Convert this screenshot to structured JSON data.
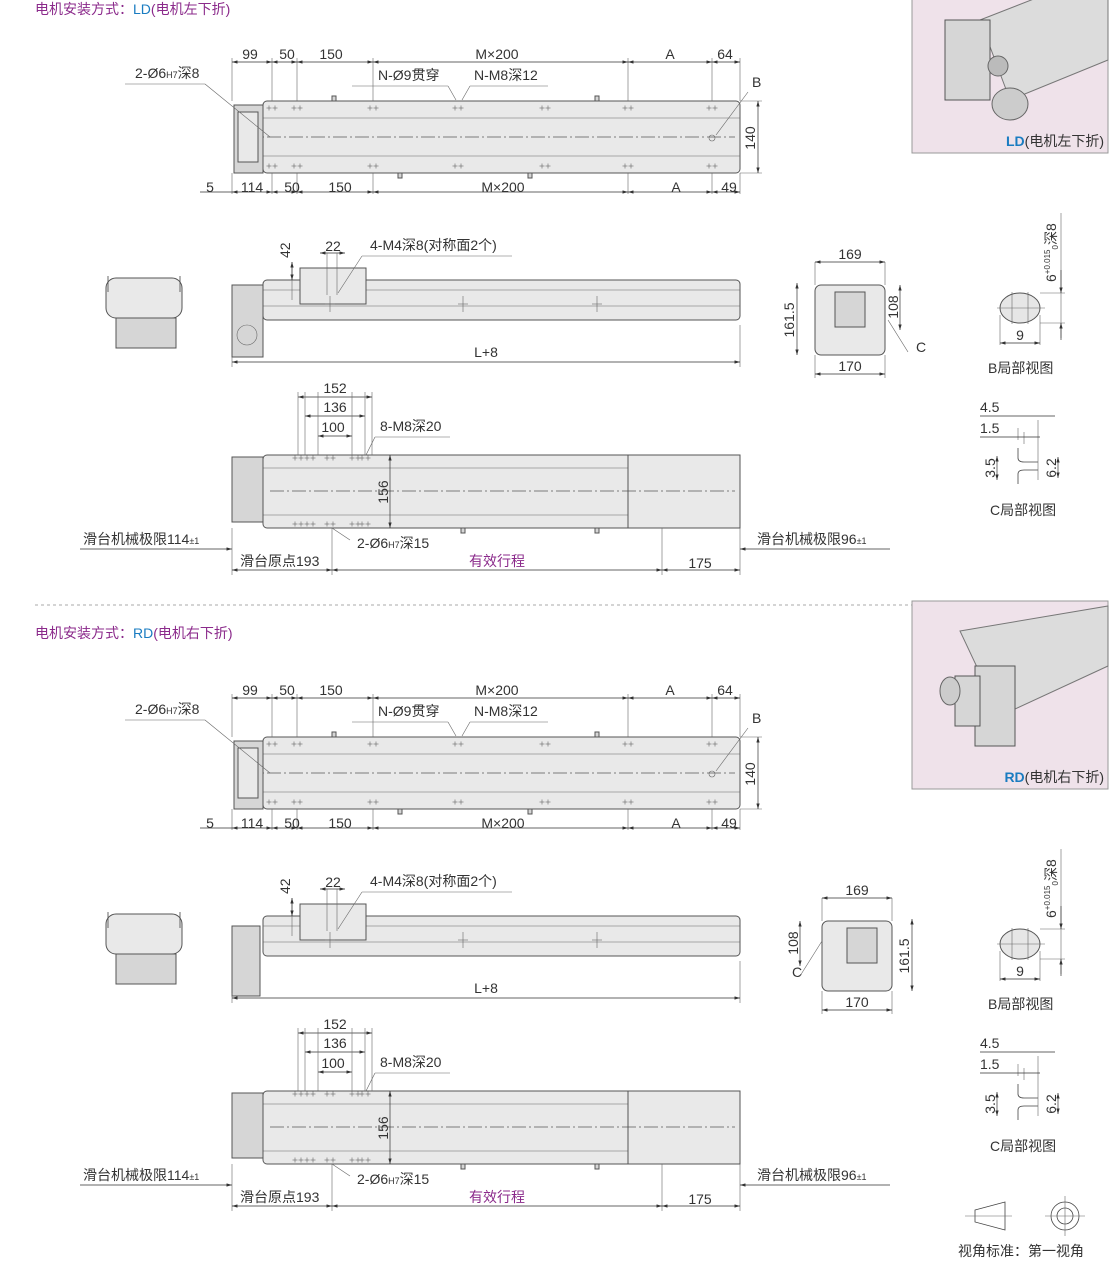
{
  "colors": {
    "title": "#8b2a8b",
    "mode": "#1a7cc1",
    "stroke_label": "#8b2a8b",
    "photo_bg": "#efe2ea"
  },
  "sections": [
    {
      "title": {
        "prefix": "电机安装方式：",
        "mode": "LD",
        "suffix": "(电机左下折)"
      },
      "photo_caption": {
        "mode": "LD",
        "suffix": "(电机左下折)"
      },
      "top_dims": [
        "99",
        "50",
        "150",
        "M×200",
        "A",
        "64"
      ],
      "bottom_dims": [
        "5",
        "114",
        "50",
        "150",
        "M×200",
        "A",
        "49"
      ],
      "callouts": {
        "pin_prefix": "2-Ø6",
        "pin_tol": "H7",
        "pin_suffix": "深8",
        "thru": "N-Ø9贯穿",
        "tap": "N-M8深12",
        "b": "B",
        "height": "140"
      },
      "side": {
        "d42": "42",
        "d22": "22",
        "tap": "4-M4深8(对称面2个)",
        "length": "L+8"
      },
      "end": {
        "w_top": "169",
        "h": "161.5",
        "h2": "108",
        "c": "C",
        "w_bot": "170"
      },
      "bottom": {
        "d152": "152",
        "d136": "136",
        "d100": "100",
        "tap": "8-M8深20",
        "width": "156",
        "limit_left": "滑台机械极限114",
        "limit_left_tol": "±1",
        "pin_prefix": "2-Ø6",
        "pin_tol": "H7",
        "pin_suffix": "深15",
        "origin": "滑台原点193",
        "stroke": "有效行程",
        "d175": "175",
        "limit_right": "滑台机械极限96",
        "limit_right_tol": "±1"
      },
      "detail_b": {
        "dia": "6",
        "tol_upper": "+0.015",
        "tol_lower": "0",
        "depth": "深8",
        "width": "9",
        "caption": "B局部视图"
      },
      "detail_c": {
        "d45": "4.5",
        "d15": "1.5",
        "d35": "3.5",
        "d62": "6.2",
        "caption": "C局部视图"
      }
    },
    {
      "title": {
        "prefix": "电机安装方式：",
        "mode": "RD",
        "suffix": "(电机右下折)"
      },
      "photo_caption": {
        "mode": "RD",
        "suffix": "(电机右下折)"
      },
      "top_dims": [
        "99",
        "50",
        "150",
        "M×200",
        "A",
        "64"
      ],
      "bottom_dims": [
        "5",
        "114",
        "50",
        "150",
        "M×200",
        "A",
        "49"
      ],
      "callouts": {
        "pin_prefix": "2-Ø6",
        "pin_tol": "H7",
        "pin_suffix": "深8",
        "thru": "N-Ø9贯穿",
        "tap": "N-M8深12",
        "b": "B",
        "height": "140"
      },
      "side": {
        "d42": "42",
        "d22": "22",
        "tap": "4-M4深8(对称面2个)",
        "length": "L+8"
      },
      "end": {
        "w_top": "169",
        "h": "161.5",
        "h2": "108",
        "c": "C",
        "w_bot": "170"
      },
      "bottom": {
        "d152": "152",
        "d136": "136",
        "d100": "100",
        "tap": "8-M8深20",
        "width": "156",
        "limit_left": "滑台机械极限114",
        "limit_left_tol": "±1",
        "pin_prefix": "2-Ø6",
        "pin_tol": "H7",
        "pin_suffix": "深15",
        "origin": "滑台原点193",
        "stroke": "有效行程",
        "d175": "175",
        "limit_right": "滑台机械极限96",
        "limit_right_tol": "±1"
      },
      "detail_b": {
        "dia": "6",
        "tol_upper": "+0.015",
        "tol_lower": "0",
        "depth": "深8",
        "width": "9",
        "caption": "B局部视图"
      },
      "detail_c": {
        "d45": "4.5",
        "d15": "1.5",
        "d35": "3.5",
        "d62": "6.2",
        "caption": "C局部视图"
      }
    }
  ],
  "footer": {
    "projection_label": "视角标准：第一视角"
  }
}
